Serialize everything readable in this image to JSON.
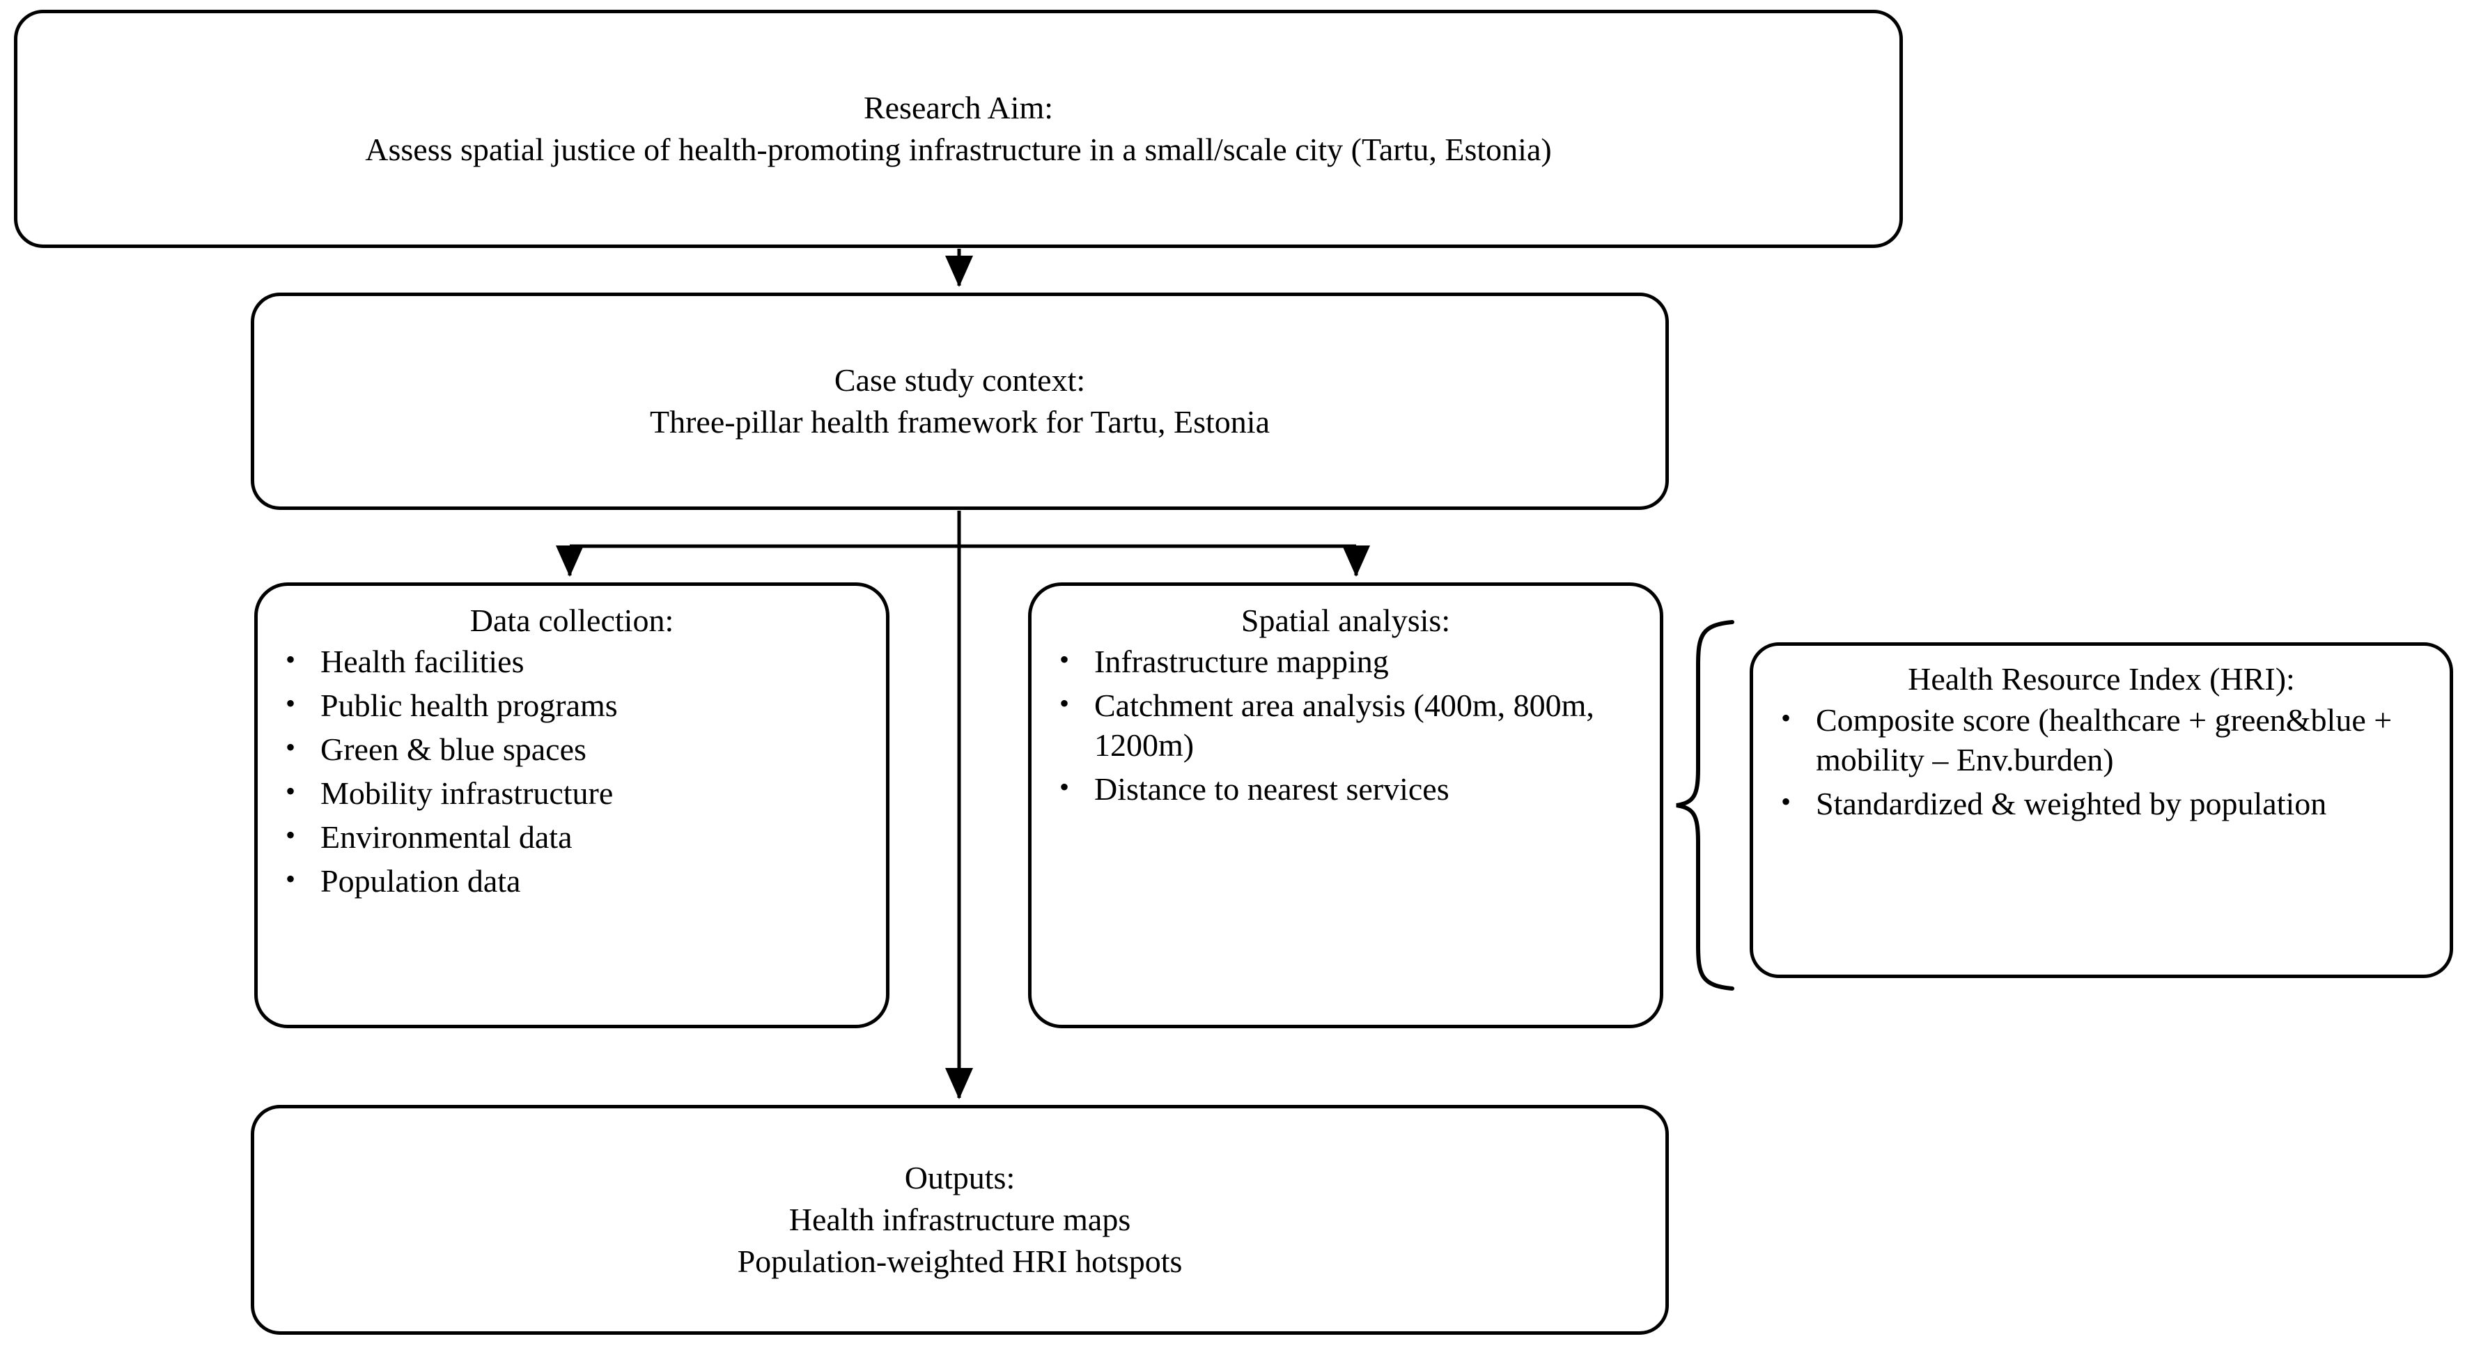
{
  "diagram": {
    "title": "Research workflow flowchart",
    "stroke_color": "#000000",
    "background_color": "#ffffff",
    "nodes": {
      "research_aim": {
        "heading": "Research Aim:",
        "body": "Assess spatial justice of health-promoting infrastructure in a small/scale city (Tartu, Estonia)"
      },
      "case_study": {
        "heading": "Case study context:",
        "body": "Three-pillar health framework for Tartu, Estonia"
      },
      "data_collection": {
        "heading": "Data collection:",
        "bullets": [
          "Health facilities",
          "Public health programs",
          "Green  &  blue  spaces",
          "Mobility infrastructure",
          "Environmental data",
          "Population data"
        ]
      },
      "spatial_analysis": {
        "heading": "Spatial analysis:",
        "bullets": [
          "Infrastructure mapping",
          "Catchment area analysis (400m, 800m, 1200m)",
          "Distance to nearest services"
        ]
      },
      "health_resource_index": {
        "heading": "Health Resource Index (HRI):",
        "bullets": [
          "Composite score (healthcare + green&blue + mobility – Env.burden)",
          "Standardized & weighted by population"
        ]
      },
      "outputs": {
        "heading": "Outputs:",
        "line_1": "Health infrastructure maps",
        "line_2": "Population-weighted HRI hotspots"
      }
    },
    "bullet_glyph": "•",
    "connectors": [
      {
        "name": "research-aim-to-case-study",
        "type": "arrow",
        "direction": "down"
      },
      {
        "name": "case-study-to-data-collection",
        "type": "arrow",
        "direction": "down-left-branch"
      },
      {
        "name": "case-study-to-spatial-analysis",
        "type": "arrow",
        "direction": "down-right-branch"
      },
      {
        "name": "case-study-to-outputs",
        "type": "arrow",
        "direction": "down"
      },
      {
        "name": "spatial-analysis-to-hri",
        "type": "curly-brace",
        "direction": "right"
      }
    ]
  }
}
